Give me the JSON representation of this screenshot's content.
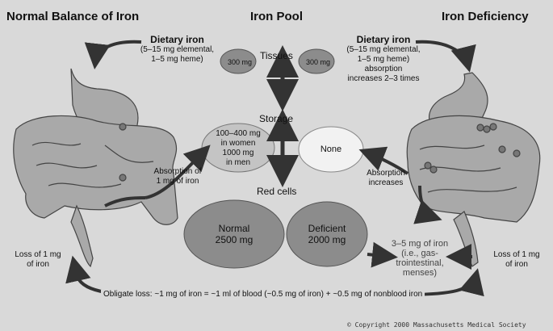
{
  "headers": {
    "left": "Normal Balance of Iron",
    "center": "Iron Pool",
    "right": "Iron Deficiency"
  },
  "pool": {
    "tissues": "Tissues",
    "storage": "Storage",
    "red_cells": "Red cells",
    "tissue_left": "300 mg",
    "tissue_right": "300 mg",
    "storage_left": [
      "100–400 mg",
      "in women",
      "1000 mg",
      "in men"
    ],
    "storage_right": "None",
    "red_left": [
      "Normal",
      "2500 mg"
    ],
    "red_right": [
      "Deficient",
      "2000 mg"
    ]
  },
  "left": {
    "dietary_title": "Dietary iron",
    "dietary_lines": [
      "(5–15 mg elemental,",
      "1–5 mg heme)"
    ],
    "absorption": [
      "Absorption of",
      "1 mg of iron"
    ],
    "loss": [
      "Loss of 1 mg",
      "of iron"
    ]
  },
  "right": {
    "dietary_title": "Dietary iron",
    "dietary_lines": [
      "(5–15 mg elemental,",
      "1–5 mg heme)",
      "absorption",
      "increases 2–3 times"
    ],
    "absorption": [
      "Absorption",
      "increases"
    ],
    "loss": [
      "Loss of 1 mg",
      "of iron"
    ],
    "extra_loss": [
      "3–5 mg of iron",
      "(i.e., gas-",
      "trointestinal,",
      "menses)"
    ]
  },
  "obligate": "Obligate loss: ~1 mg of iron = ~1 ml of blood (~0.5 mg of iron) + ~0.5 mg of nonblood iron",
  "copyright": "© Copyright 2000 Massachusetts Medical Society",
  "colors": {
    "background": "#d9d9d9",
    "oval_dark": "#8c8c8c",
    "oval_light": "#c4c4c4",
    "oval_white": "#f2f2f2",
    "arrow": "#333333"
  }
}
